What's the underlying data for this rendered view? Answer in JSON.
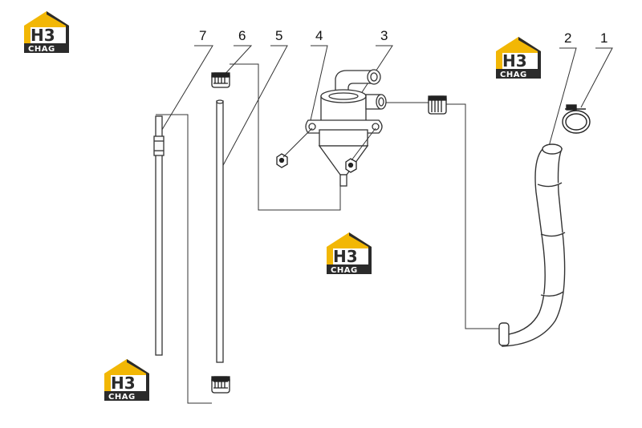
{
  "diagram": {
    "callouts": [
      {
        "id": "7",
        "label": "7"
      },
      {
        "id": "6",
        "label": "6"
      },
      {
        "id": "5",
        "label": "5"
      },
      {
        "id": "4",
        "label": "4"
      },
      {
        "id": "3",
        "label": "3"
      },
      {
        "id": "2",
        "label": "2"
      },
      {
        "id": "1",
        "label": "1"
      }
    ]
  },
  "watermark": {
    "logo_main": "H3",
    "logo_sub": "CHAG",
    "colors": {
      "yellow": "#f2b705",
      "dark": "#2b2b2b",
      "white": "#ffffff"
    }
  },
  "line_color": "#333333"
}
